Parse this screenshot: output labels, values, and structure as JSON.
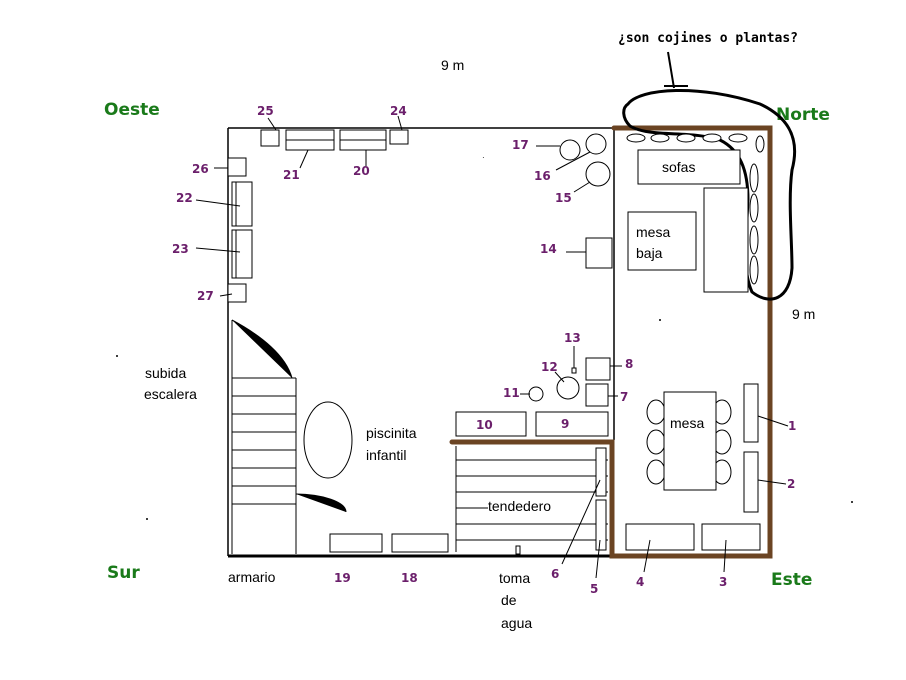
{
  "note": "¿son cojines o plantas?",
  "dimensions": {
    "top": "9 m",
    "right": "9 m"
  },
  "directions": {
    "west": "Oeste",
    "north": "Norte",
    "south": "Sur",
    "east": "Este"
  },
  "labels": {
    "sofas": "sofas",
    "coffee_table_line1": "mesa",
    "coffee_table_line2": "baja",
    "table": "mesa",
    "stairs_line1": "subida",
    "stairs_line2": "escalera",
    "pool_line1": "piscinita",
    "pool_line2": "infantil",
    "clothesline": "tendedero",
    "wardrobe": "armario",
    "tap_line1": "toma",
    "tap_line2": "de",
    "tap_line3": "agua"
  },
  "numbers": {
    "n1": "1",
    "n2": "2",
    "n3": "3",
    "n4": "4",
    "n5": "5",
    "n6": "6",
    "n7": "7",
    "n8": "8",
    "n9": "9",
    "n10": "10",
    "n11": "11",
    "n12": "12",
    "n13": "13",
    "n14": "14",
    "n15": "15",
    "n16": "16",
    "n17": "17",
    "n18": "18",
    "n19": "19",
    "n20": "20",
    "n21": "21",
    "n22": "22",
    "n23": "23",
    "n24": "24",
    "n25": "25",
    "n26": "26",
    "n27": "27"
  }
}
